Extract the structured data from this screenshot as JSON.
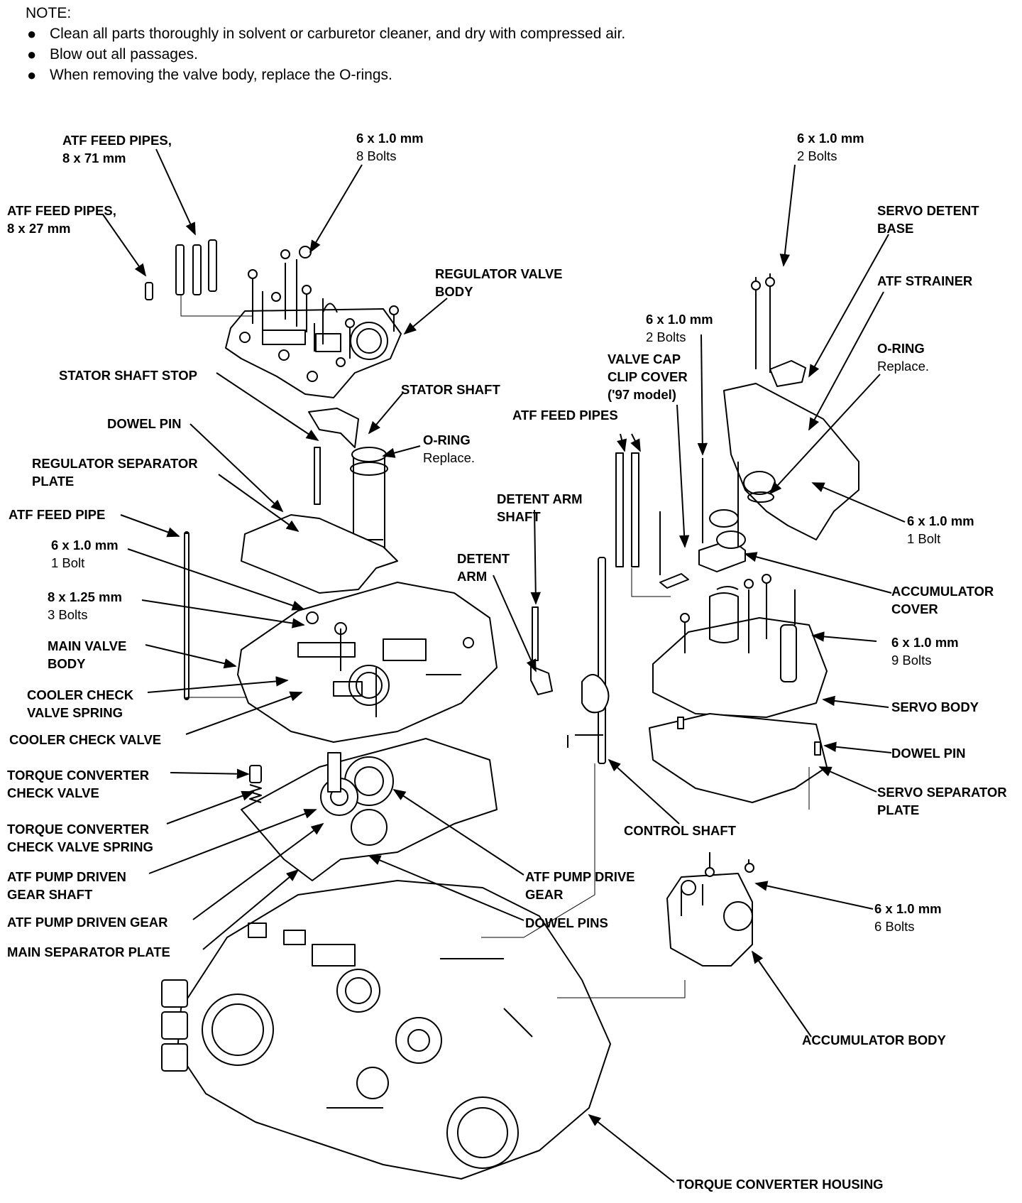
{
  "note": {
    "title": "NOTE:",
    "bullets": [
      "Clean all parts thoroughly in solvent or carburetor cleaner, and dry with compressed air.",
      "Blow out all passages.",
      "When removing the valve body, replace the O-rings."
    ]
  },
  "labels": {
    "atf_feed_pipes_71": [
      "ATF FEED PIPES,",
      "8 x 71 mm"
    ],
    "atf_feed_pipes_27": [
      "ATF FEED PIPES,",
      "8 x 27 mm"
    ],
    "bolts_8": [
      "6 x 1.0 mm",
      "8 Bolts"
    ],
    "regulator_valve_body": [
      "REGULATOR VALVE",
      "BODY"
    ],
    "stator_shaft_stop": "STATOR SHAFT STOP",
    "stator_shaft": "STATOR SHAFT",
    "dowel_pin_left": "DOWEL PIN",
    "o_ring_left": [
      "O-RING",
      "Replace."
    ],
    "regulator_separator_plate": [
      "REGULATOR SEPARATOR",
      "PLATE"
    ],
    "atf_feed_pipe": "ATF FEED PIPE",
    "bolt_1_left": [
      "6 x 1.0 mm",
      "1 Bolt"
    ],
    "bolts_3": [
      "8 x 1.25 mm",
      "3 Bolts"
    ],
    "main_valve_body": [
      "MAIN VALVE",
      "BODY"
    ],
    "cooler_check_valve_spring": [
      "COOLER CHECK",
      "VALVE SPRING"
    ],
    "cooler_check_valve": "COOLER CHECK VALVE",
    "tc_check_valve": [
      "TORQUE CONVERTER",
      "CHECK VALVE"
    ],
    "tc_check_valve_spring": [
      "TORQUE CONVERTER",
      "CHECK VALVE SPRING"
    ],
    "atf_pump_driven_gear_shaft": [
      "ATF PUMP DRIVEN",
      "GEAR SHAFT"
    ],
    "atf_pump_driven_gear": "ATF PUMP DRIVEN GEAR",
    "main_separator_plate": "MAIN SEPARATOR PLATE",
    "bolts_2_top": [
      "6 x 1.0 mm",
      "2 Bolts"
    ],
    "servo_detent_base": [
      "SERVO DETENT",
      "BASE"
    ],
    "atf_strainer": "ATF STRAINER",
    "bolts_2_mid": [
      "6 x 1.0 mm",
      "2 Bolts"
    ],
    "valve_cap_clip_cover": [
      "VALVE CAP",
      "CLIP COVER",
      "('97 model)"
    ],
    "o_ring_right": [
      "O-RING",
      "Replace."
    ],
    "atf_feed_pipes_center": "ATF FEED PIPES",
    "detent_arm_shaft": [
      "DETENT ARM",
      "SHAFT"
    ],
    "detent_arm": [
      "DETENT",
      "ARM"
    ],
    "bolt_1_right": [
      "6 x 1.0 mm",
      "1 Bolt"
    ],
    "accumulator_cover": [
      "ACCUMULATOR",
      "COVER"
    ],
    "bolts_9": [
      "6 x 1.0 mm",
      "9 Bolts"
    ],
    "servo_body": "SERVO BODY",
    "dowel_pin_right": "DOWEL PIN",
    "servo_separator_plate": [
      "SERVO SEPARATOR",
      "PLATE"
    ],
    "control_shaft": "CONTROL SHAFT",
    "atf_pump_drive_gear": [
      "ATF PUMP DRIVE",
      "GEAR"
    ],
    "dowel_pins": "DOWEL PINS",
    "bolts_6": [
      "6 x 1.0 mm",
      "6 Bolts"
    ],
    "accumulator_body": "ACCUMULATOR BODY",
    "torque_converter_housing": "TORQUE CONVERTER HOUSING"
  }
}
